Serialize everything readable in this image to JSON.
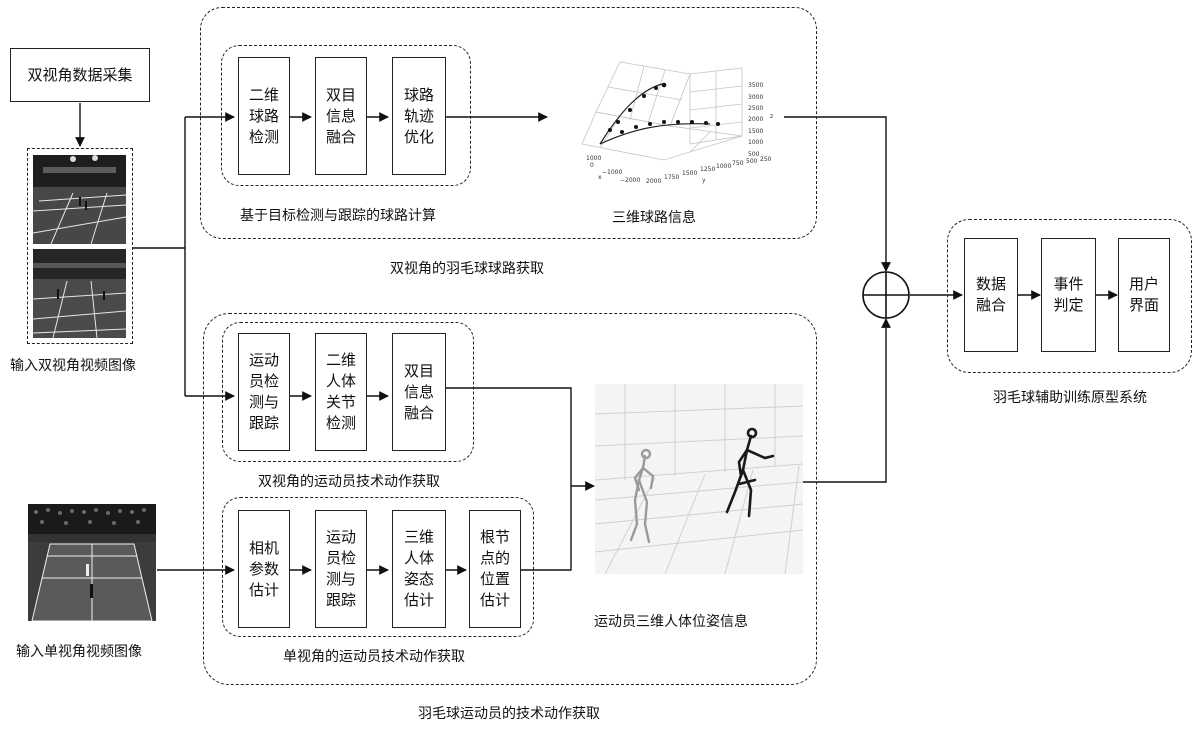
{
  "source": {
    "data_collection": "双视角数据采集"
  },
  "inputs": {
    "dual_view_video": "输入双视角视频图像",
    "single_view_video": "输入单视角视频图像"
  },
  "trajectory_section": {
    "group_label": "双视角的羽毛球球路获取",
    "method_label": "基于目标检测与跟踪的球路计算",
    "steps": [
      "二维球路检测",
      "双目信息融合",
      "球路轨迹优化"
    ],
    "output_label": "三维球路信息",
    "plot": {
      "z_ticks": [
        "3500",
        "3000",
        "2500",
        "2000",
        "1500",
        "1000",
        "500"
      ],
      "z_label": "z",
      "x_ticks": [
        "1000",
        "0",
        "−1000",
        "−2000"
      ],
      "x_label": "x",
      "y_ticks": [
        "2000",
        "1750",
        "1500",
        "1250",
        "1000",
        "750",
        "500",
        "250"
      ],
      "y_label": "y"
    }
  },
  "action_section": {
    "group_label": "羽毛球运动员的技术动作获取",
    "dual_label": "双视角的运动员技术动作获取",
    "dual_steps": [
      "运动员检测与跟踪",
      "二维人体关节检测",
      "双目信息融合"
    ],
    "single_label": "单视角的运动员技术动作获取",
    "single_steps": [
      "相机参数估计",
      "运动员检测与跟踪",
      "三维人体姿态估计",
      "根节点的位置估计"
    ],
    "output_label": "运动员三维人体位姿信息"
  },
  "system": {
    "label": "羽毛球辅助训练原型系统",
    "steps": [
      "数据融合",
      "事件判定",
      "用户界面"
    ]
  }
}
